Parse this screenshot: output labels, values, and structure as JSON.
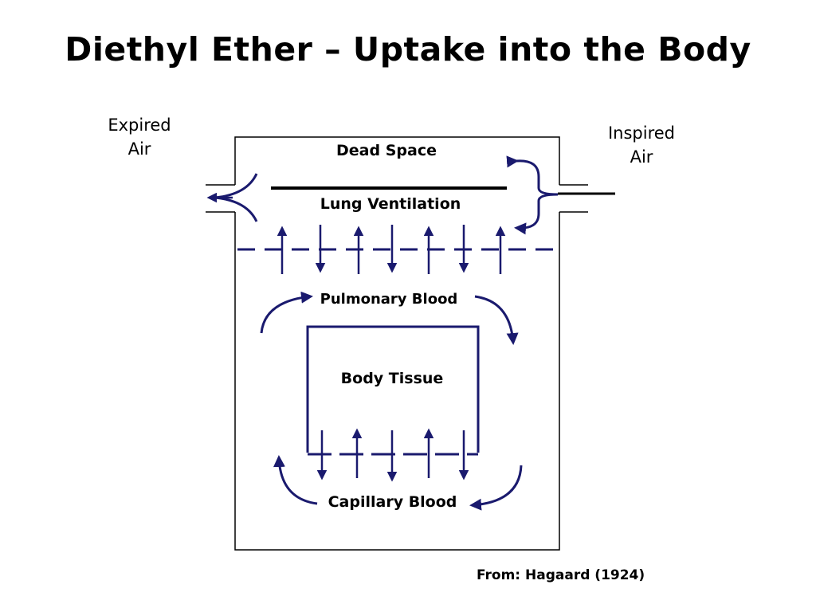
{
  "title": "Diethyl Ether – Uptake into the Body",
  "labels": {
    "expired_air": "Expired\nAir",
    "inspired_air": "Inspired\nAir",
    "dead_space": "Dead Space",
    "lung_ventilation": "Lung Ventilation",
    "pulmonary_blood": "Pulmonary Blood",
    "body_tissue": "Body Tissue",
    "capillary_blood": "Capillary Blood"
  },
  "source": "From: Hagaard (1924)",
  "colors": {
    "flow": "#1a1a6e",
    "lines": "#000000"
  }
}
